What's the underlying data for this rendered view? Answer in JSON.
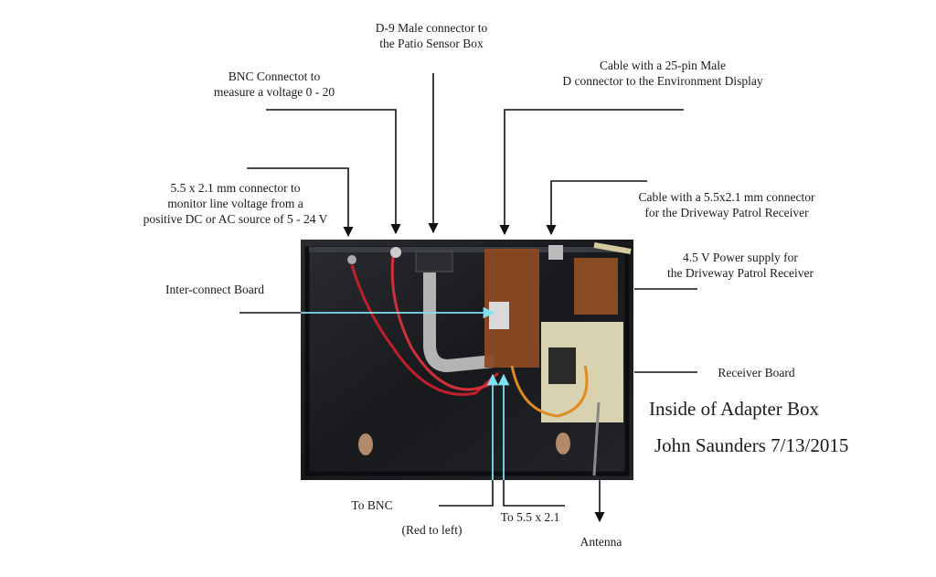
{
  "title": "Inside of Adapter Box",
  "author_line": "John Saunders 7/13/2015",
  "callouts": {
    "d9": [
      "D-9 Male connector to",
      "the Patio Sensor Box"
    ],
    "bnc": [
      "BNC Connectot to",
      "measure a voltage 0 - 20"
    ],
    "cable25": [
      "Cable with a 25-pin Male",
      "D connector to the Environment Display"
    ],
    "line_voltage": [
      "5.5 x 2.1 mm connector to",
      "monitor line voltage from a",
      "positive DC or AC source of 5 - 24 V"
    ],
    "cable_driveway": [
      "Cable with a 5.5x2.1 mm connector",
      "for the Driveway Patrol Receiver"
    ],
    "power_supply": [
      "4.5 V Power supply for",
      "the Driveway Patrol Receiver"
    ],
    "interconnect": [
      "Inter-connect Board"
    ],
    "receiver_board": [
      "Receiver Board"
    ],
    "to_bnc": [
      "To BNC"
    ],
    "red_left": [
      "(Red to left)"
    ],
    "to_55": [
      "To 5.5 x 2.1"
    ],
    "antenna": [
      "Antenna"
    ]
  },
  "colors": {
    "line": "#111111",
    "cyan_pointer": "#7fe0f0",
    "box_dark": "#1c1e22",
    "board_brown": "#8a4a22",
    "board_beige": "#d8d2b0"
  }
}
